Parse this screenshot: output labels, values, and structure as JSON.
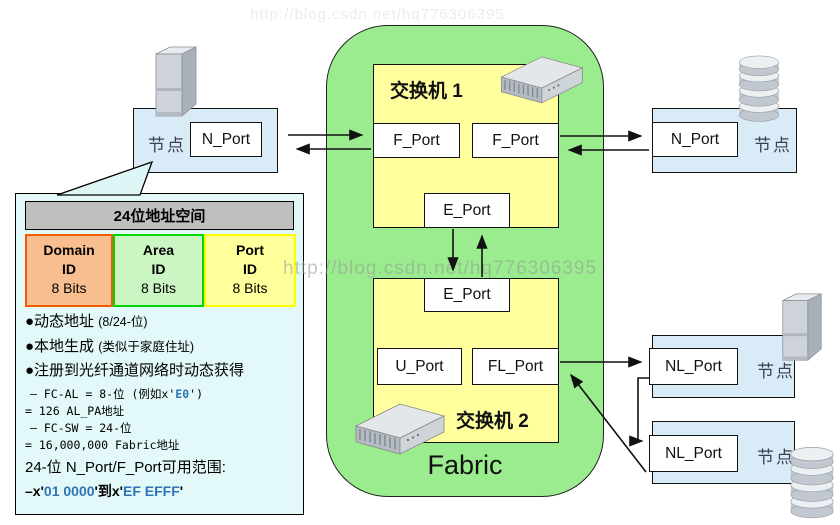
{
  "colors": {
    "fabric_green": "#9AEC8E",
    "switch_yellow": "#FFFF9E",
    "node_blue": "#D9EBF7",
    "panel_cyan": "#E3F8F9",
    "header_gray": "#BFBFBF",
    "domain_fill": "#F9BE8F",
    "domain_border": "#F25C05",
    "area_fill": "#CCF5C4",
    "area_border": "#00D800",
    "port_fill": "#FFFF9C",
    "port_border": "#FFFF00",
    "hex_blue": "#2E75B6"
  },
  "watermarks": {
    "top": "http://blog.csdn.net/hq776306395",
    "middle": "http://blog.csdn.net/hq776306395"
  },
  "fabric": {
    "label": "Fabric"
  },
  "switches": {
    "s1": {
      "title": "交换机 1",
      "f_port_left": "F_Port",
      "f_port_right": "F_Port",
      "e_port": "E_Port"
    },
    "s2": {
      "title": "交换机 2",
      "e_port": "E_Port",
      "u_port": "U_Port",
      "fl_port": "FL_Port"
    }
  },
  "nodes": {
    "left": {
      "label": "节点",
      "port": "N_Port"
    },
    "right_top": {
      "label": "节点",
      "port": "N_Port"
    },
    "right_middle": {
      "label": "节点",
      "port": "NL_Port"
    },
    "right_bottom": {
      "label": "节点",
      "port": "NL_Port"
    }
  },
  "address_panel": {
    "header": "24位地址空间",
    "fields": [
      {
        "name": "Domain",
        "id": "ID",
        "bits": "8 Bits"
      },
      {
        "name": "Area",
        "id": "ID",
        "bits": "8 Bits"
      },
      {
        "name": "Port",
        "id": "ID",
        "bits": "8 Bits"
      }
    ],
    "bullets": [
      {
        "text": "●动态地址 ",
        "note": "(8/24-位)"
      },
      {
        "text": "●本地生成 ",
        "note": "(类似于家庭住址)"
      },
      {
        "text": "●注册到光纤通道网络时动态获得",
        "note": ""
      }
    ],
    "details": [
      {
        "prefix": "–  FC-AL = 8-位 (例如x'",
        "hex": "E0",
        "suffix": "')"
      },
      {
        "prefix": "= 126 AL_PA地址",
        "hex": "",
        "suffix": ""
      },
      {
        "prefix": "–  FC-SW = 24-位",
        "hex": "",
        "suffix": ""
      },
      {
        "prefix": "= 16,000,000 Fabric地址",
        "hex": "",
        "suffix": ""
      }
    ],
    "range_title": "24-位  N_Port/F_Port可用范围:",
    "range": {
      "p1": "–x'",
      "hex1": "01 0000",
      "p2": "'到",
      "p3": "x'",
      "hex2": "EF EFFF",
      "p4": "'"
    }
  }
}
